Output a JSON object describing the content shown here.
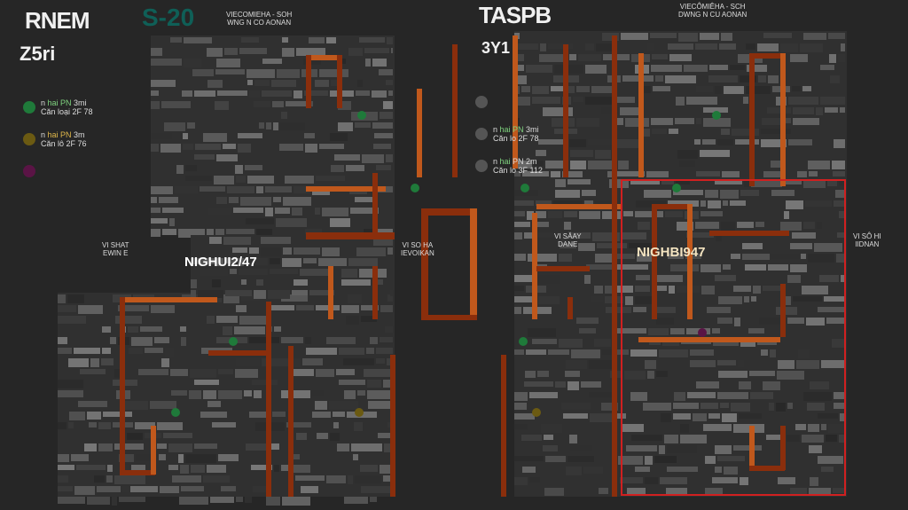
{
  "left": {
    "title": "RNEM",
    "code": "S-20",
    "subtitle": "Z5ri",
    "header": [
      "VIECOMIEHA - SOH",
      "WNG N CO AONAN"
    ],
    "legend": [
      {
        "line1_pre": "n ",
        "line1_hl": "hai PN",
        "line1_post": " 3mi",
        "line2": "Căn loại 2F 78",
        "color": "#1f7a3a"
      },
      {
        "line1_pre": "n ",
        "line1_hl": "hai PN",
        "line1_post": " 3m",
        "line2": "Căn lô 2F 76",
        "color": "#6b5a12"
      },
      {
        "line1_pre": "",
        "line1_hl": "",
        "line1_post": "",
        "line2": "",
        "color": "#5a1445"
      }
    ],
    "labels": {
      "west": [
        "VI SHAT",
        "EWIN E"
      ],
      "east": [
        "VI SO HA",
        "IEVOIKAN"
      ],
      "unit": "NIGHUI2/47"
    }
  },
  "right": {
    "title": "TASPB",
    "subtitle": "3Y1",
    "header": [
      "VIECÔMIÊHA - SCH",
      "DWNG N CU AONAN"
    ],
    "legend": [
      {
        "line1_pre": "",
        "line1_hl": "",
        "line1_post": "",
        "line2": "",
        "color": "#555555"
      },
      {
        "line1_pre": "n ",
        "line1_hl": "hai PN",
        "line1_post": " 3mi",
        "line2": "Căn lo 2F 78",
        "color": "#555555"
      },
      {
        "line1_pre": "n ",
        "line1_hl": "hai",
        "line1_post": " PN 2m",
        "line2": "Căn lo 3F 112",
        "color": "#555555"
      }
    ],
    "labels": {
      "west": [
        "VI SĂAY",
        "DANE"
      ],
      "east": [
        "VI SÔ HI",
        "IIDNAN"
      ],
      "unit": "NIGHBI947"
    }
  },
  "colors": {
    "background": "#262626",
    "wall": "#8a2e0c",
    "wall_light": "#c0581c",
    "highlight": "#d02020",
    "teal": "#0f5f57"
  }
}
